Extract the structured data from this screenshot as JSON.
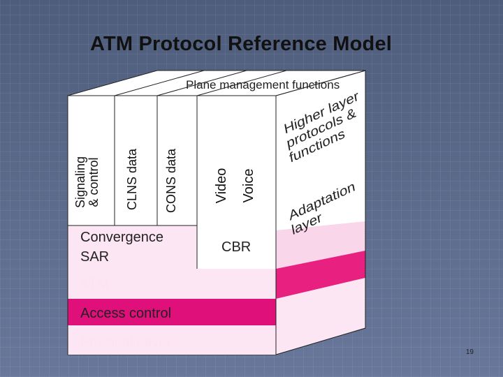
{
  "title": "ATM Protocol Reference Model",
  "plane_management": "Plane management functions",
  "columns": {
    "signaling": "Signaling\n& control",
    "clns": "CLNS data",
    "cons": "CONS data",
    "video": "Video",
    "voice": "Voice"
  },
  "higher_layer": [
    "Higher layer",
    "protocols &",
    "functions"
  ],
  "adaptation_layer": [
    "Adaptation",
    "layer"
  ],
  "convergence": "Convergence",
  "sar": "SAR",
  "cbr": "CBR",
  "atm": "ATM",
  "access_control": "Access control",
  "physical_layer": "Physical Layer",
  "page_number": "19",
  "colors": {
    "front_face": "#ffffff",
    "aal_side": "#f7cde6",
    "atm_row": "#fde6f3",
    "access_row": "#e0107a",
    "physical_row": "#fde6f3",
    "side_bright": "#e8207f",
    "side_light": "#f9d6e9"
  }
}
